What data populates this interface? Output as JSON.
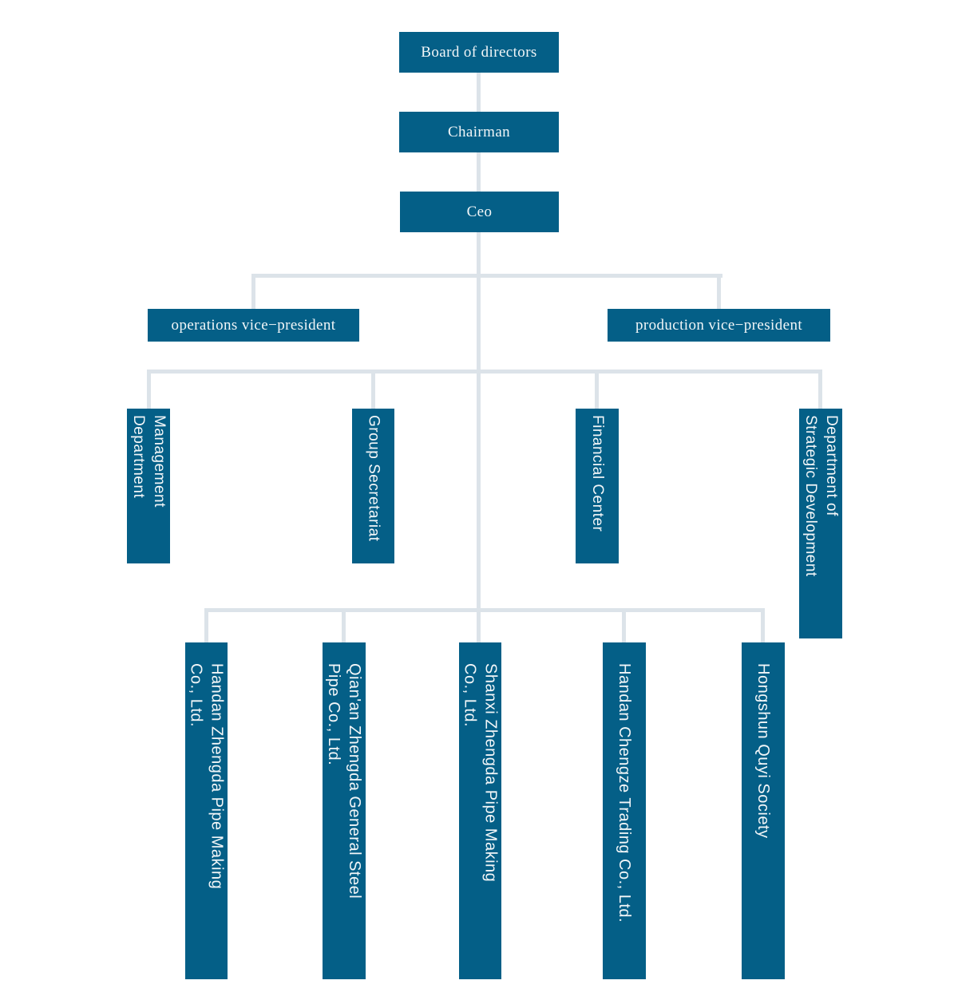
{
  "colors": {
    "node_fill": "#045f87",
    "node_text": "#f2f6f8",
    "connector": "#dce3e9",
    "background": "#ffffff"
  },
  "nodes": {
    "board": {
      "label": "Board of directors"
    },
    "chairman": {
      "label": "Chairman"
    },
    "ceo": {
      "label": "Ceo"
    },
    "operations_vp": {
      "label": "operations vice−president"
    },
    "production_vp": {
      "label": "production vice−president"
    },
    "management_dept": {
      "label": "Management\nDepartment"
    },
    "group_secretariat": {
      "label": "Group Secretariat"
    },
    "financial_center": {
      "label": "Financial Center"
    },
    "strategic_dept": {
      "label": "Department of\nStrategic Development"
    },
    "handan_zhengda": {
      "label": "Handan Zhengda Pipe Making\nCo., Ltd."
    },
    "qianan_zhengda": {
      "label": "Qian'an Zhengda General Steel\nPipe Co., Ltd."
    },
    "shanxi_zhengda": {
      "label": "Shanxi Zhengda Pipe Making\nCo., Ltd."
    },
    "handan_chengze": {
      "label": "Handan Chengze Trading Co., Ltd."
    },
    "hongshun": {
      "label": "Hongshun Quyi Society"
    }
  },
  "hierarchy": {
    "type": "org-chart",
    "root": "Board of directors",
    "edges": [
      [
        "Board of directors",
        "Chairman"
      ],
      [
        "Chairman",
        "Ceo"
      ],
      [
        "Ceo",
        "operations vice−president"
      ],
      [
        "Ceo",
        "production vice−president"
      ],
      [
        "Ceo",
        "Management Department"
      ],
      [
        "Ceo",
        "Group Secretariat"
      ],
      [
        "Ceo",
        "Financial Center"
      ],
      [
        "Ceo",
        "Department of Strategic Development"
      ],
      [
        "Ceo",
        "Handan Zhengda Pipe Making Co., Ltd."
      ],
      [
        "Ceo",
        "Qian'an Zhengda General Steel Pipe Co., Ltd."
      ],
      [
        "Ceo",
        "Shanxi Zhengda Pipe Making Co., Ltd."
      ],
      [
        "Ceo",
        "Handan Chengze Trading Co., Ltd."
      ],
      [
        "Ceo",
        "Hongshun Quyi Society"
      ]
    ]
  }
}
